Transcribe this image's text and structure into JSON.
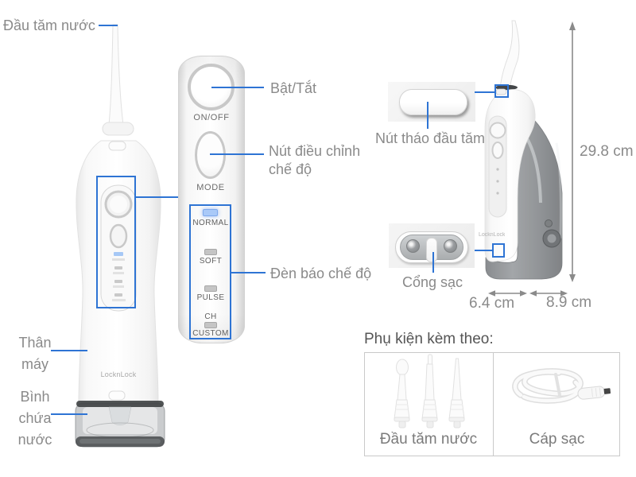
{
  "product": {
    "brand": "LocknLock"
  },
  "callouts": {
    "tip": "Đầu tăm nước",
    "power": "Bật/Tắt",
    "mode_button": "Nút điều chỉnh chế độ",
    "mode_indicator": "Đèn báo chế độ",
    "body": "Thân máy",
    "tank": "Bình chứa nước",
    "release_button": "Nút tháo đầu tăm",
    "charge_port": "Cổng sạc"
  },
  "panel": {
    "power_label": "ON/OFF",
    "mode_label": "MODE",
    "modes": [
      {
        "label": "NORMAL",
        "state": "on"
      },
      {
        "label": "SOFT",
        "state": "off"
      },
      {
        "label": "PULSE",
        "state": "off"
      },
      {
        "prefix": "CH",
        "label": "CUSTOM",
        "state": "off"
      }
    ]
  },
  "dimensions": {
    "height": "29.8 cm",
    "depth": "6.4 cm",
    "width": "8.9 cm"
  },
  "accessories": {
    "title": "Phụ kiện kèm theo:",
    "items": [
      {
        "label": "Đầu tăm nước"
      },
      {
        "label": "Cáp sạc"
      }
    ]
  },
  "colors": {
    "accent": "#2e74d4",
    "label_text": "#8a8a8a"
  }
}
